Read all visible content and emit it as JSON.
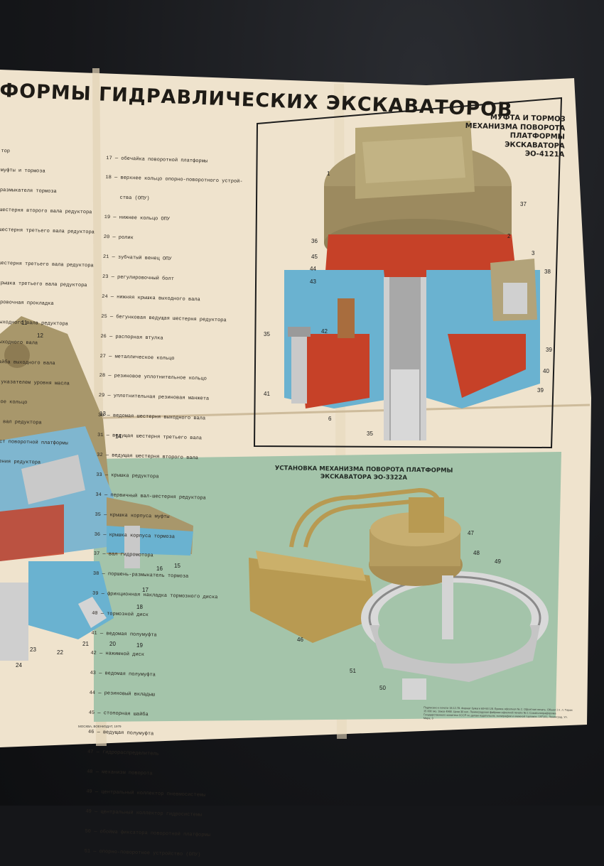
{
  "poster": {
    "title": "ФОРМЫ ГИДРАВЛИЧЕСКИХ ЭКСКАВАТОРОВ",
    "legend_left": [
      "тор",
      "муфты и тормоза",
      "размыкателя тормоза",
      "шестерня второго вала редуктора",
      "шестерня третьего вала редуктора",
      "",
      "шестерня третьего вала редуктора",
      "крышка третьего вала редуктора",
      "ировочная прокладка",
      "выходного вала редуктора",
      "выходного вала",
      "шайба выходного вала",
      "с указателем уровня масла",
      "вное кольцо",
      "ий вал редуктора",
      "лист поворотной платформы",
      "пления редуктора"
    ],
    "legend_right": [
      "17 — обечайка поворотной платформы",
      "18 — верхнее кольцо опорно-поворотного устрой-",
      "     ства (ОПУ)",
      "19 — нижнее кольцо ОПУ",
      "20 — ролик",
      "21 — зубчатый венец ОПУ",
      "23 — регулировочный болт",
      "24 — нижняя крышка выходного вала",
      "25 — бегунковая ведущая шестерня редуктора",
      "26 — распорная втулка",
      "27 — металлическое кольцо",
      "28 — резиновое уплотнительное кольцо",
      "29 — уплотнительная резиновая манжета",
      "30 — ведомая шестерня выходного вала",
      "31 — ведущая шестерня третьего вала",
      "32 — ведущая шестерня второго вала",
      "33 — крышка редуктора",
      "34 — первичный вал-шестерня редуктора",
      "35 — крышка корпуса муфты",
      "36 — крышка корпуса тормоза",
      "37 — вал гидромотора",
      "38 — поршень-размыкатель тормоза",
      "39 — фрикционная накладка тормозного диска",
      "40 — тормозной диск",
      "41 — ведомая полумуфта",
      "42 — нажимной диск",
      "43 — ведомая полумуфта",
      "44 — резиновый вкладыш",
      "45 — стопорная шайба",
      "46 — ведущая полумуфта",
      "47 — гидрораспределитель",
      "48 — механизм поворота",
      "49 — центральный коллектор пневмосистемы",
      "49 — центральный коллектор гидросистемы",
      "50 — обойма фиксатора поворотной платформы",
      "51 — опорно-поворотное устройство (ОПУ)"
    ],
    "box1_title": "МУФТА И ТОРМОЗ\nМЕХАНИЗМА ПОВОРОТА\nПЛАТФОРМЫ\nЭКСКАВАТОРА\nЭО-4121А",
    "box2_title": "УСТАНОВКА МЕХАНИЗМА ПОВОРОТА ПЛАТФОРМЫ\nЭКСКАВАТОРА ЭО-3322А",
    "callouts_box1": [
      "1",
      "37",
      "2",
      "3",
      "38",
      "36",
      "45",
      "44",
      "43",
      "35",
      "42",
      "39",
      "40",
      "41",
      "39",
      "6",
      "35"
    ],
    "callouts_left": [
      "11",
      "12",
      "13",
      "14",
      "16",
      "15",
      "17",
      "18",
      "19",
      "20",
      "21",
      "22",
      "23",
      "24"
    ],
    "callouts_box2": [
      "47",
      "48",
      "49",
      "46",
      "51",
      "50"
    ],
    "imprint": "Подписано к печати 18.12.78. Формат бумаги 60×90 1/8. Бумага офсетная № 2. Офсетная печать. Объем 1 п. л. Тираж 15 000 экз. Заказ 4968. Цена 30 коп. Ленинградская фабрика офсетной печати № 1 Союзполиграфпрома Государственного комитета СССР по делам издательств, полиграфии и книжной торговли. 197101, Ленинград, Ул. Мира, 3",
    "publisher": "МОСКВА, ВОЕНИЗДАТ, 1979"
  },
  "colors": {
    "background": "#151619",
    "paper": "#efe3cd",
    "blue_section": "#6ab2d0",
    "red_section": "#c4402a",
    "khaki": "#a9976b",
    "green_panel": "#9fc0a6"
  },
  "icons": [
    "photo-of-folded-technical-poster"
  ]
}
